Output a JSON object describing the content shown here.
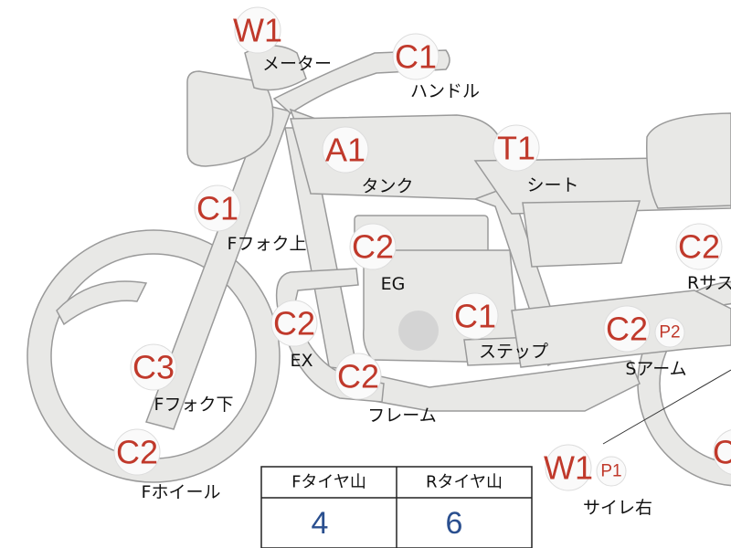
{
  "parts": [
    {
      "id": "meter",
      "grade": "W1",
      "label": "メーター"
    },
    {
      "id": "handle",
      "grade": "C1",
      "label": "ハンドル"
    },
    {
      "id": "tank",
      "grade": "A1",
      "label": "タンク"
    },
    {
      "id": "seat",
      "grade": "T1",
      "label": "シート"
    },
    {
      "id": "ffork-upper",
      "grade": "C1",
      "label": "Fフォク上"
    },
    {
      "id": "engine",
      "grade": "C2",
      "label": "EG"
    },
    {
      "id": "rsus",
      "grade": "C2",
      "label": "Rサス"
    },
    {
      "id": "exhaust",
      "grade": "C2",
      "label": "EX"
    },
    {
      "id": "step",
      "grade": "C1",
      "label": "ステップ"
    },
    {
      "id": "swingarm",
      "grade": "C2",
      "sub": "P2",
      "label": "Sアーム"
    },
    {
      "id": "ffork-lower",
      "grade": "C3",
      "label": "Fフォク下"
    },
    {
      "id": "frame",
      "grade": "C2",
      "label": "フレーム"
    },
    {
      "id": "fwheel",
      "grade": "C2",
      "label": "Fホイール"
    },
    {
      "id": "silencer-r",
      "grade": "W1",
      "sub": "P1",
      "label": "サイレ右"
    },
    {
      "id": "rwheel",
      "grade": "C"
    }
  ],
  "tire_table": {
    "headers": [
      "Fタイヤ山",
      "Rタイヤ山"
    ],
    "values": [
      "4",
      "6"
    ]
  },
  "colors": {
    "grade": "#c0392b",
    "value": "#2a4f8f",
    "body": "#e8e8e6",
    "outline": "#9a9a9a"
  }
}
